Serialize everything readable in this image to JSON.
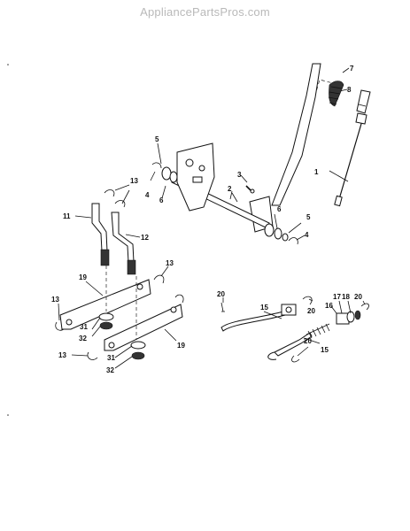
{
  "watermark": "AppliancePartsPros.com",
  "callouts": {
    "c1": "1",
    "c2": "2",
    "c3": "3",
    "c4a": "4",
    "c4b": "4",
    "c5a": "5",
    "c5b": "5",
    "c6a": "6",
    "c6b": "6",
    "c7": "7",
    "c8": "8",
    "c11": "11",
    "c12": "12",
    "c13a": "13",
    "c13b": "13",
    "c13c": "13",
    "c13d": "13",
    "c15a": "15",
    "c15b": "15",
    "c16": "16",
    "c17": "17",
    "c18": "18",
    "c19a": "19",
    "c19b": "19",
    "c20a": "20",
    "c20b": "20",
    "c20c": "20",
    "c20d": "20",
    "c31a": "31",
    "c31b": "31",
    "c32a": "32",
    "c32b": "32"
  },
  "colors": {
    "line": "#111111",
    "watermark": "#b9b9b9",
    "background": "#ffffff"
  }
}
